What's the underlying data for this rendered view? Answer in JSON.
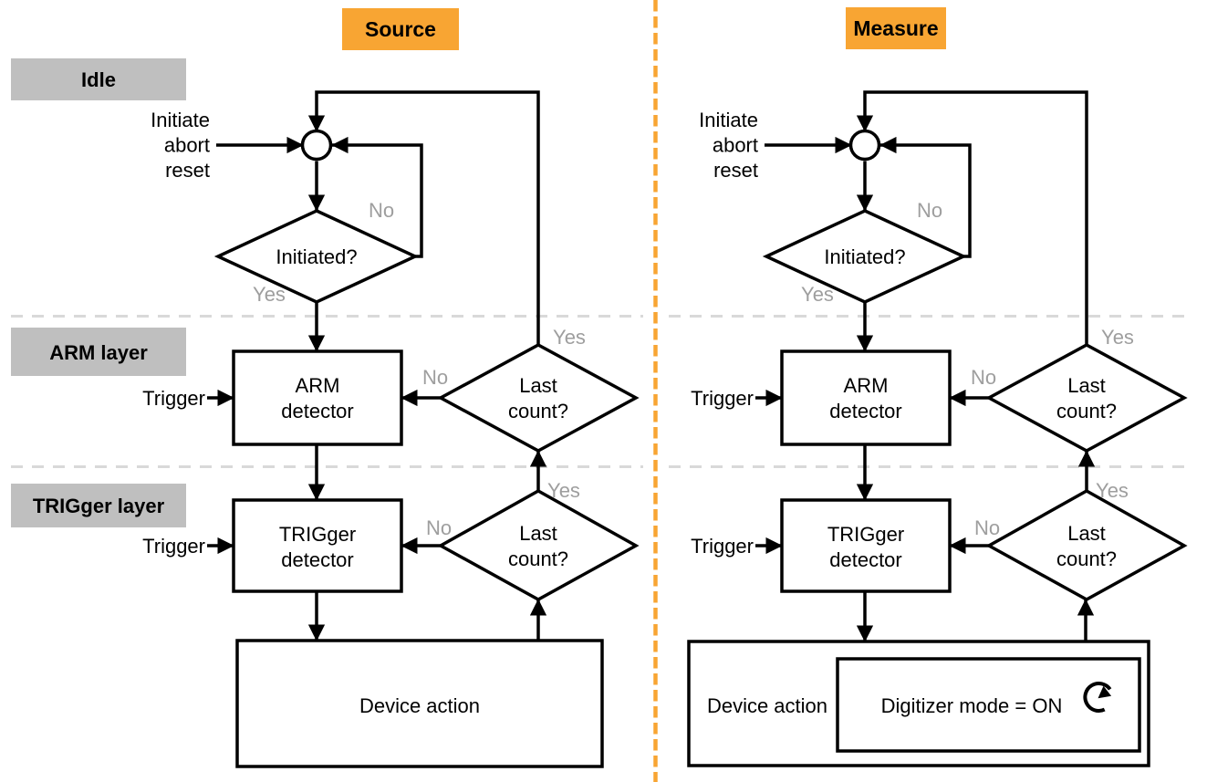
{
  "diagram": {
    "columns": {
      "source_title": "Source",
      "measure_title": "Measure"
    },
    "layer_labels": {
      "idle": "Idle",
      "arm": "ARM layer",
      "trigger": "TRIGger layer"
    },
    "labels": {
      "initiate_lines": [
        "Initiate",
        "abort",
        "reset"
      ],
      "initiated_question": "Initiated?",
      "yes": "Yes",
      "no": "No",
      "trigger_in": "Trigger",
      "arm_detector_lines": [
        "ARM",
        "detector"
      ],
      "trigger_detector_lines": [
        "TRIGger",
        "detector"
      ],
      "last_count_lines": [
        "Last",
        "count?"
      ],
      "device_action": "Device action",
      "digitizer_mode": "Digitizer mode = ON"
    },
    "icons": {
      "repeat": "circular-arrow-loop"
    },
    "colors": {
      "accent_orange": "#f8a533",
      "layer_label_bg": "#bfbfbf",
      "muted_label_text": "#9e9e9e",
      "separator_gray": "#d9d9d9",
      "line_black": "#000000",
      "background": "#ffffff"
    }
  }
}
